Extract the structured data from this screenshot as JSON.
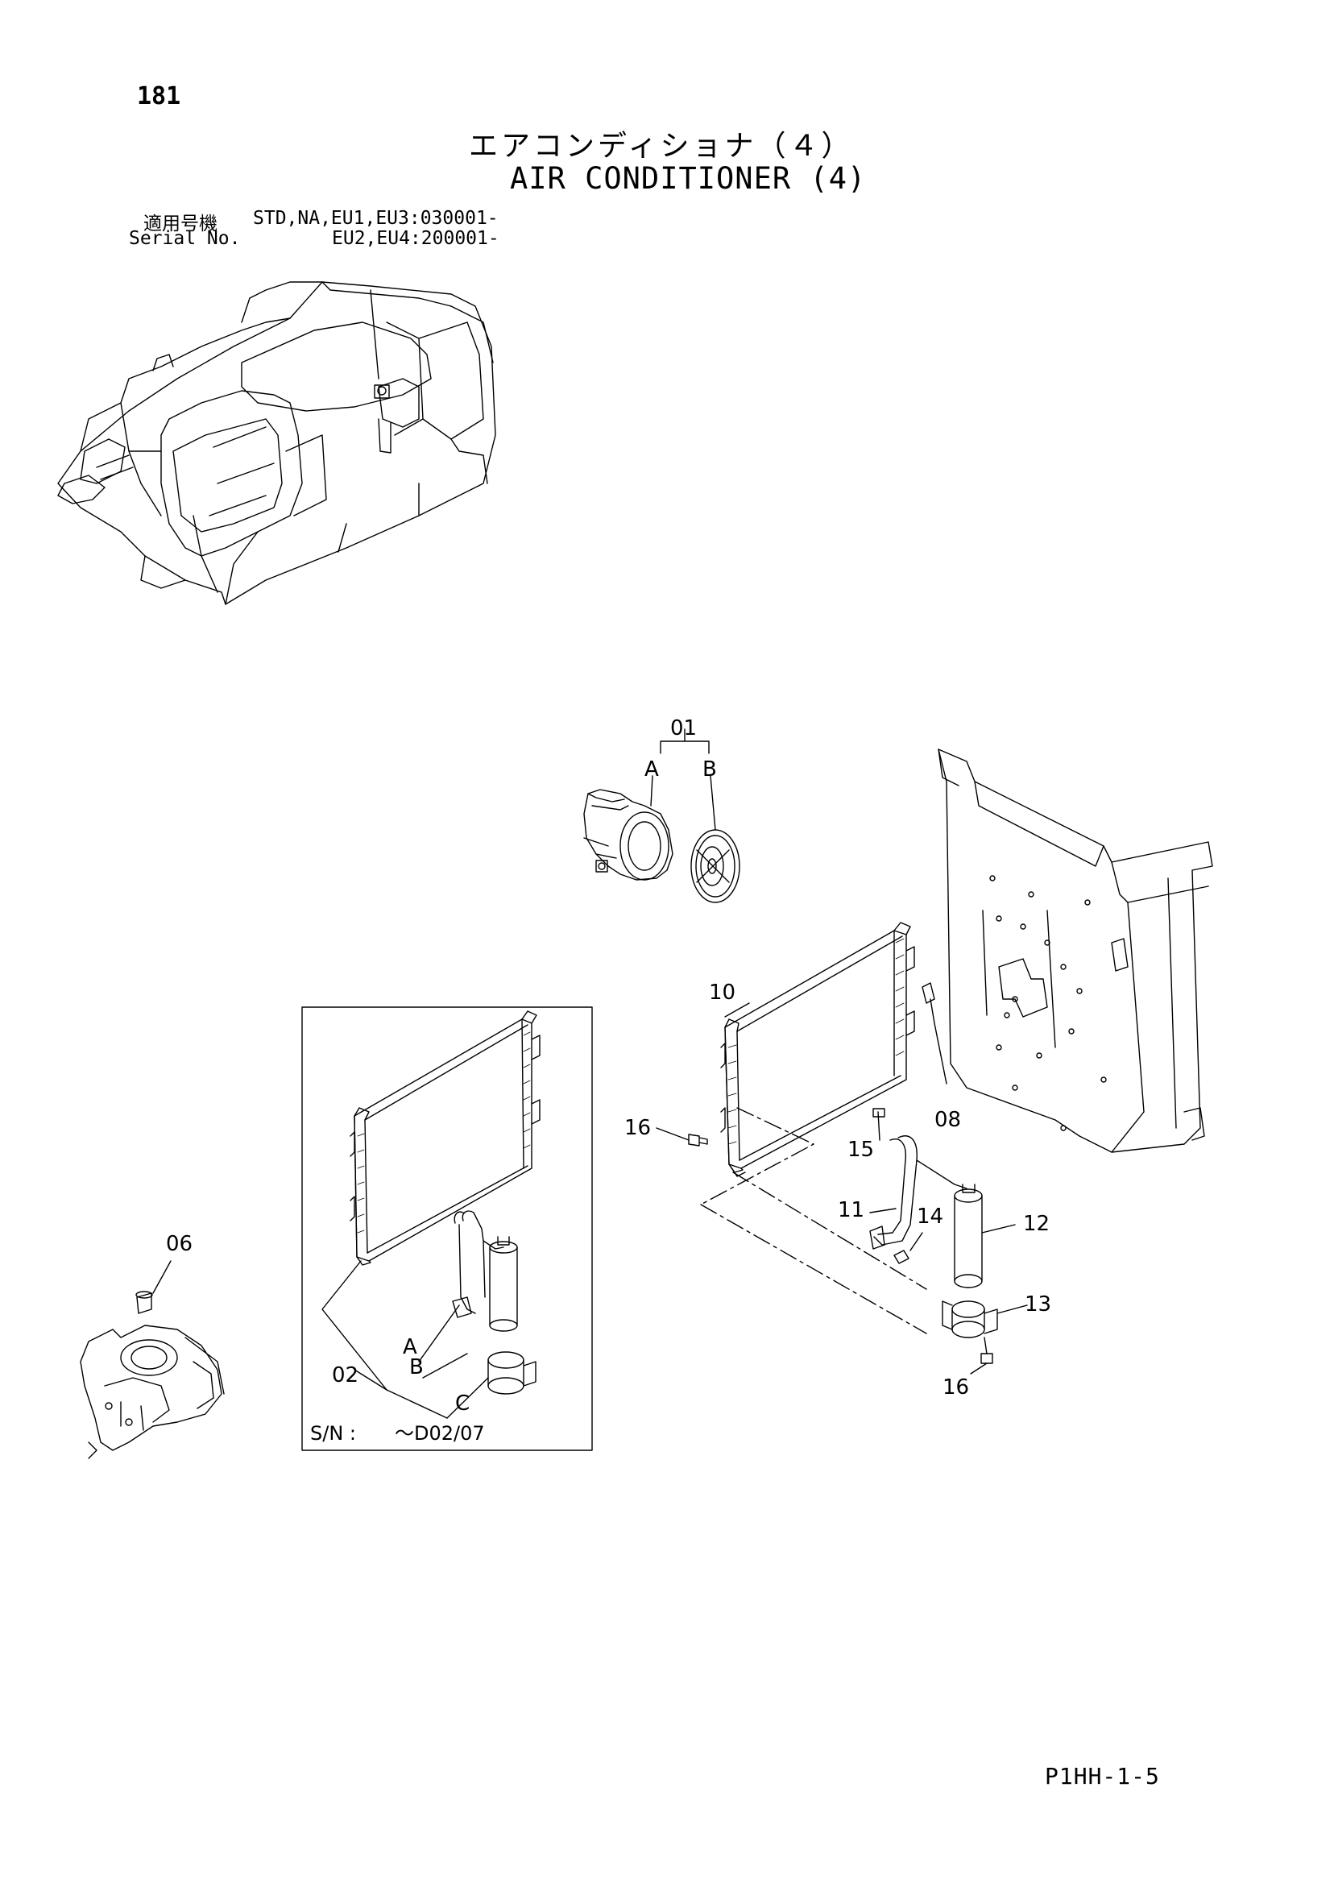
{
  "page": {
    "number": "181",
    "title_jp": "エアコンディショナ（４）",
    "title_en": "AIR CONDITIONER (4)",
    "serial_label_jp": "適用号機",
    "serial_value_1": "STD,NA,EU1,EU3:030001-",
    "serial_label_en": "Serial No.",
    "serial_value_2": "EU2,EU4:200001-",
    "code": "P1HH-1-5"
  },
  "callouts": {
    "c01": "01",
    "c01a": "A",
    "c01b": "B",
    "c10": "10",
    "c16a": "16",
    "c15": "15",
    "c08": "08",
    "c11": "11",
    "c14": "14",
    "c12": "12",
    "c13": "13",
    "c16b": "16",
    "c06": "06",
    "c02": "02",
    "c02a": "A",
    "c02b": "B",
    "c02c": "C"
  },
  "inset": {
    "sn_label": "S/N :",
    "sn_value": "～D02/07"
  }
}
